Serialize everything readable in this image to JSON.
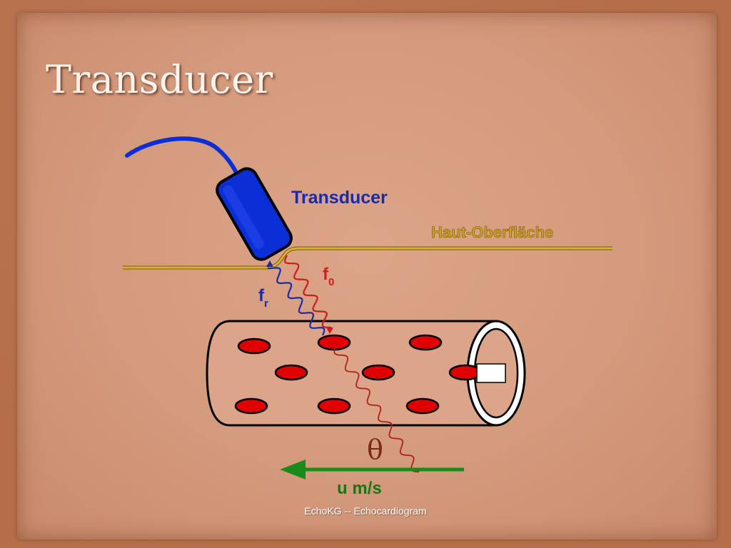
{
  "slide": {
    "title": "Transducer",
    "footer": "EchoKG -- Echocardiogram"
  },
  "diagram": {
    "transducer_label": "Transducer",
    "surface_label": "Haut-Oberfläche",
    "emitted_wave_label": "f",
    "emitted_wave_subscript": "0",
    "reflected_wave_label": "f",
    "reflected_wave_subscript": "r",
    "angle_label": "θ",
    "flow_label": "u m/s",
    "colors": {
      "probe": "#0a2fd6",
      "surface": "#c9a020",
      "emitted_wave": "#c81e1e",
      "reflected_wave": "#1b2aa8",
      "blood_cell": "#e00000",
      "flow_arrow": "#1a8a1a"
    }
  }
}
